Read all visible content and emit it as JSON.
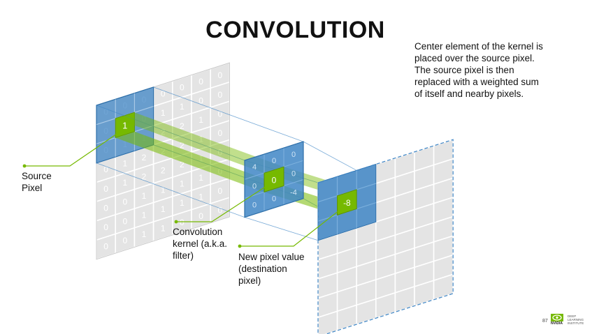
{
  "title": "CONVOLUTION",
  "description": "Center element of the kernel is\nplaced over the source pixel.\nThe source pixel is then\nreplaced with a weighted sum\nof itself and nearby pixels.",
  "labels": {
    "source_pixel": "Source\nPixel",
    "kernel": "Convolution\nkernel (a.k.a.\nfilter)",
    "new_pixel": "New pixel value\n(destination\npixel)"
  },
  "source_grid": [
    [
      "0",
      "0",
      "0",
      "0",
      "0",
      "0",
      "0"
    ],
    [
      "0",
      "0",
      "0",
      "1",
      "1",
      "0",
      "0"
    ],
    [
      "0",
      "1",
      "1",
      "2",
      "2",
      "1",
      "0"
    ],
    [
      "0",
      "1",
      "2",
      "2",
      "2",
      "1",
      "0"
    ],
    [
      "0",
      "1",
      "2",
      "2",
      "2",
      "1",
      "0"
    ],
    [
      "0",
      "0",
      "1",
      "1",
      "1",
      "1",
      "0"
    ],
    [
      "0",
      "0",
      "1",
      "1",
      "1",
      "1",
      "0"
    ],
    [
      "0",
      "0",
      "1",
      "1",
      "0",
      "0",
      "0"
    ]
  ],
  "source_pixel_value": "1",
  "kernel_grid": [
    [
      "4",
      "0",
      "0"
    ],
    [
      "0",
      "0",
      "0"
    ],
    [
      "0",
      "0",
      "-4"
    ]
  ],
  "kernel_center_value": "0",
  "destination_pixel_value": "-8",
  "colors": {
    "highlight_blue": "#3f86c6",
    "highlight_green": "#76b900",
    "grid_gray": "#e4e4e4",
    "grid_line": "#ffffff",
    "label_line": "#76b900"
  },
  "footer": {
    "page_number": "87",
    "brand": "NVIDIA",
    "institute": "DEEP\nLEARNING\nINSTITUTE"
  }
}
